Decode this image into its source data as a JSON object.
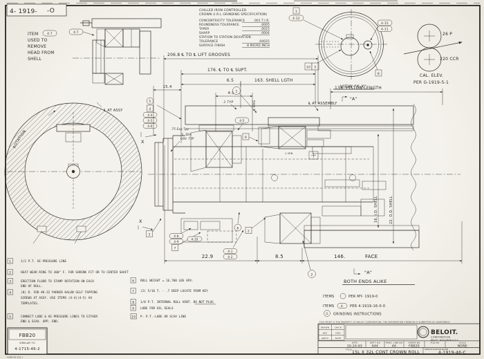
{
  "header": {
    "drawing_no": "4- 1919-",
    "drawing_suffix": "-O"
  },
  "removal_note": {
    "l1": "ITEM",
    "l2": "USED TO",
    "l3": "REMOVE",
    "l4": "HEAD FROM",
    "l5": "SHELL"
  },
  "spec": {
    "title1": "CHILLED IRON CONTROLLED",
    "title2": "CROWN (I.R.L GRINDING SPECIFICATION)",
    "rows": [
      {
        "label": "CONCENTRICITY TOLERANCE",
        "value": ".001 T.I.R."
      },
      {
        "label": "ROUNDNESS TOLERANCE",
        "value": ".0005"
      },
      {
        "label": "TAPER",
        "value": ".0015"
      },
      {
        "label": "SHARP",
        "value": ".0004"
      },
      {
        "label": "STATION TO STATION DEVIATION",
        "value": ""
      },
      {
        "label": "TOLERANCE",
        "value": ".00025"
      },
      {
        "label": "SURFACE FINISH",
        "value": "8 MICRO INCH"
      }
    ]
  },
  "dims": {
    "lift_grooves": "206.8  ℄ TO ℄ LIFT GROOVES",
    "supt": "176. ℄ TO ℄ SUPT.",
    "d65": "6.5",
    "shell_lgth": "163. SHELL LGTH",
    "d154": "15.4",
    "d4913": "4.913",
    "typ1": ".1 TYP",
    "cl_brg": "℄ BRG",
    "cl_at_assembly": "℄ AT ASSEMBLY",
    "piston_length": "139. PISTON LENGTH",
    "d229": "22.9",
    "d85": "8.5",
    "d146": "146.",
    "face": "FACE",
    "id_shell": "16. I.D. SHELL",
    "od_shell": "22. O.D. SHELL",
    "exp_typ": ".75 Exp Typ",
    "dia3": "3. DIA",
    "grv_typ": "GRV. TYP",
    "min1": ".1 MIN"
  },
  "views": {
    "view_xx": "VIEW \"X-X\"",
    "x_arrow": "X",
    "a_mark": "\"A\"",
    "both_ends": "BOTH ENDS ALIKE",
    "rotation": "ROTATION",
    "cl_at_assy": "℄ AT ASSY"
  },
  "cal": {
    "top": "26 P",
    "bottom": "220 CCR",
    "l1": "CAL. ELEV.",
    "l2": "PER G-1919-5-1"
  },
  "balloons": {
    "v1": "1",
    "v412": "4-12",
    "v415": "4-15",
    "v411": "4-11",
    "v10": "10",
    "v5": "5",
    "v8": "8",
    "c1": "1",
    "s5": "5",
    "s4": "4",
    "s44": "4-4",
    "s45": "4-5",
    "s46": "4-6",
    "i47": "4-7",
    "i47b": "4-7",
    "m45": "4-5",
    "m9": "9",
    "m3": "3",
    "m7": "7",
    "m48": "4-8",
    "m49": "4-9",
    "m410": "4-10",
    "m41": "4-1",
    "m42": "4-2",
    "c6": "6",
    "m2": "2",
    "c2": "2"
  },
  "notes_left": [
    {
      "num": "1",
      "lines": [
        "1/2 P.T. HI-PRESSURE LINE"
      ]
    },
    {
      "num": "2",
      "lines": [
        "HEAT WEAR RING TO 300° F. FOR SHRINK FIT OR TO CENTER SHAFT"
      ]
    },
    {
      "num": "3",
      "lines": [
        "ERECTION FLOOR TO STAMP  ROTATION ON EACH",
        "END OF ROLL."
      ]
    },
    {
      "num": "4",
      "lines": [
        "(8) D. FOR #6-32 PARKER KALON SELF TAPPING",
        "SCREWS AT ASSY. USE ITEMS (4-4)(4-5) AS",
        "TEMPLATES."
      ]
    },
    {
      "num": "5",
      "lines": [
        "CONNECT LUBE & HI-PRESSURE LINES TO EITHER",
        "END & SCAV. OPP. END."
      ]
    }
  ],
  "notes_right": [
    {
      "num": "6",
      "lines": [
        "ROLL WEIGHT = 16,700 LBS APX."
      ]
    },
    {
      "num": "7",
      "lines": [
        "(2) 5/16 T. - .7 DEEP LOCATE FROM KEY"
      ]
    },
    {
      "num": "8",
      "lines": [
        "1/8 P.T. INTERNAL ROLL VENT.  DO NOT PLUG"
      ]
    },
    {
      "num": "9",
      "lines": [
        "LUBE FOR OIL SEALS"
      ]
    },
    {
      "num": "10",
      "lines": [
        "P. P.T.-LUBE OR SCAV LINE"
      ]
    }
  ],
  "items_ref": {
    "pre1": "ITEMS",
    "post1": "PER MY- 1919-0",
    "pre2": "ITEMS",
    "oval2": "4-",
    "post2": "PER 4-1919-16-0-0",
    "g": "G",
    "g_text": "GRINDING INSTRUCTIONS"
  },
  "title_block": {
    "property_line": "THIS PRINT IS THE PROPERTY OF BELOIT CORPORATION. THE INFORMATION THEREON IS SUBMITTED IN CONFIDENCE",
    "approvals": [
      [
        "DRAWN",
        "CHK'D"
      ],
      [
        "JWS",
        "KRO"
      ],
      [
        "APP'D",
        "DATE"
      ]
    ],
    "brand": "BELOIT.",
    "brand2": "CORPORATION",
    "brand3": "BELOIT, WISCONSIN U.S.A.",
    "cols": [
      {
        "h": "DATE",
        "v": "10-24-65"
      },
      {
        "h": "DEPT. NO",
        "v": "644"
      },
      {
        "h": "PROD. LINE NO",
        "v": "46"
      },
      {
        "h": "ORDER NO",
        "v": "FBB20"
      },
      {
        "h": "FILE NO",
        "v": ""
      },
      {
        "h": "SCALE",
        "v": "NONE"
      }
    ],
    "title_label": "TITLE",
    "title": "15L X 32L CONT CROWN ROLL",
    "id_label": "IDENTIFICATION NUMB",
    "id_value": "4-1919-46-C"
  },
  "similar_box": {
    "order": "FBB20",
    "similar_label": "SIMILAR TO",
    "similar_value": "4-1715-46-2"
  },
  "form_no": "FORM RE 503.1"
}
